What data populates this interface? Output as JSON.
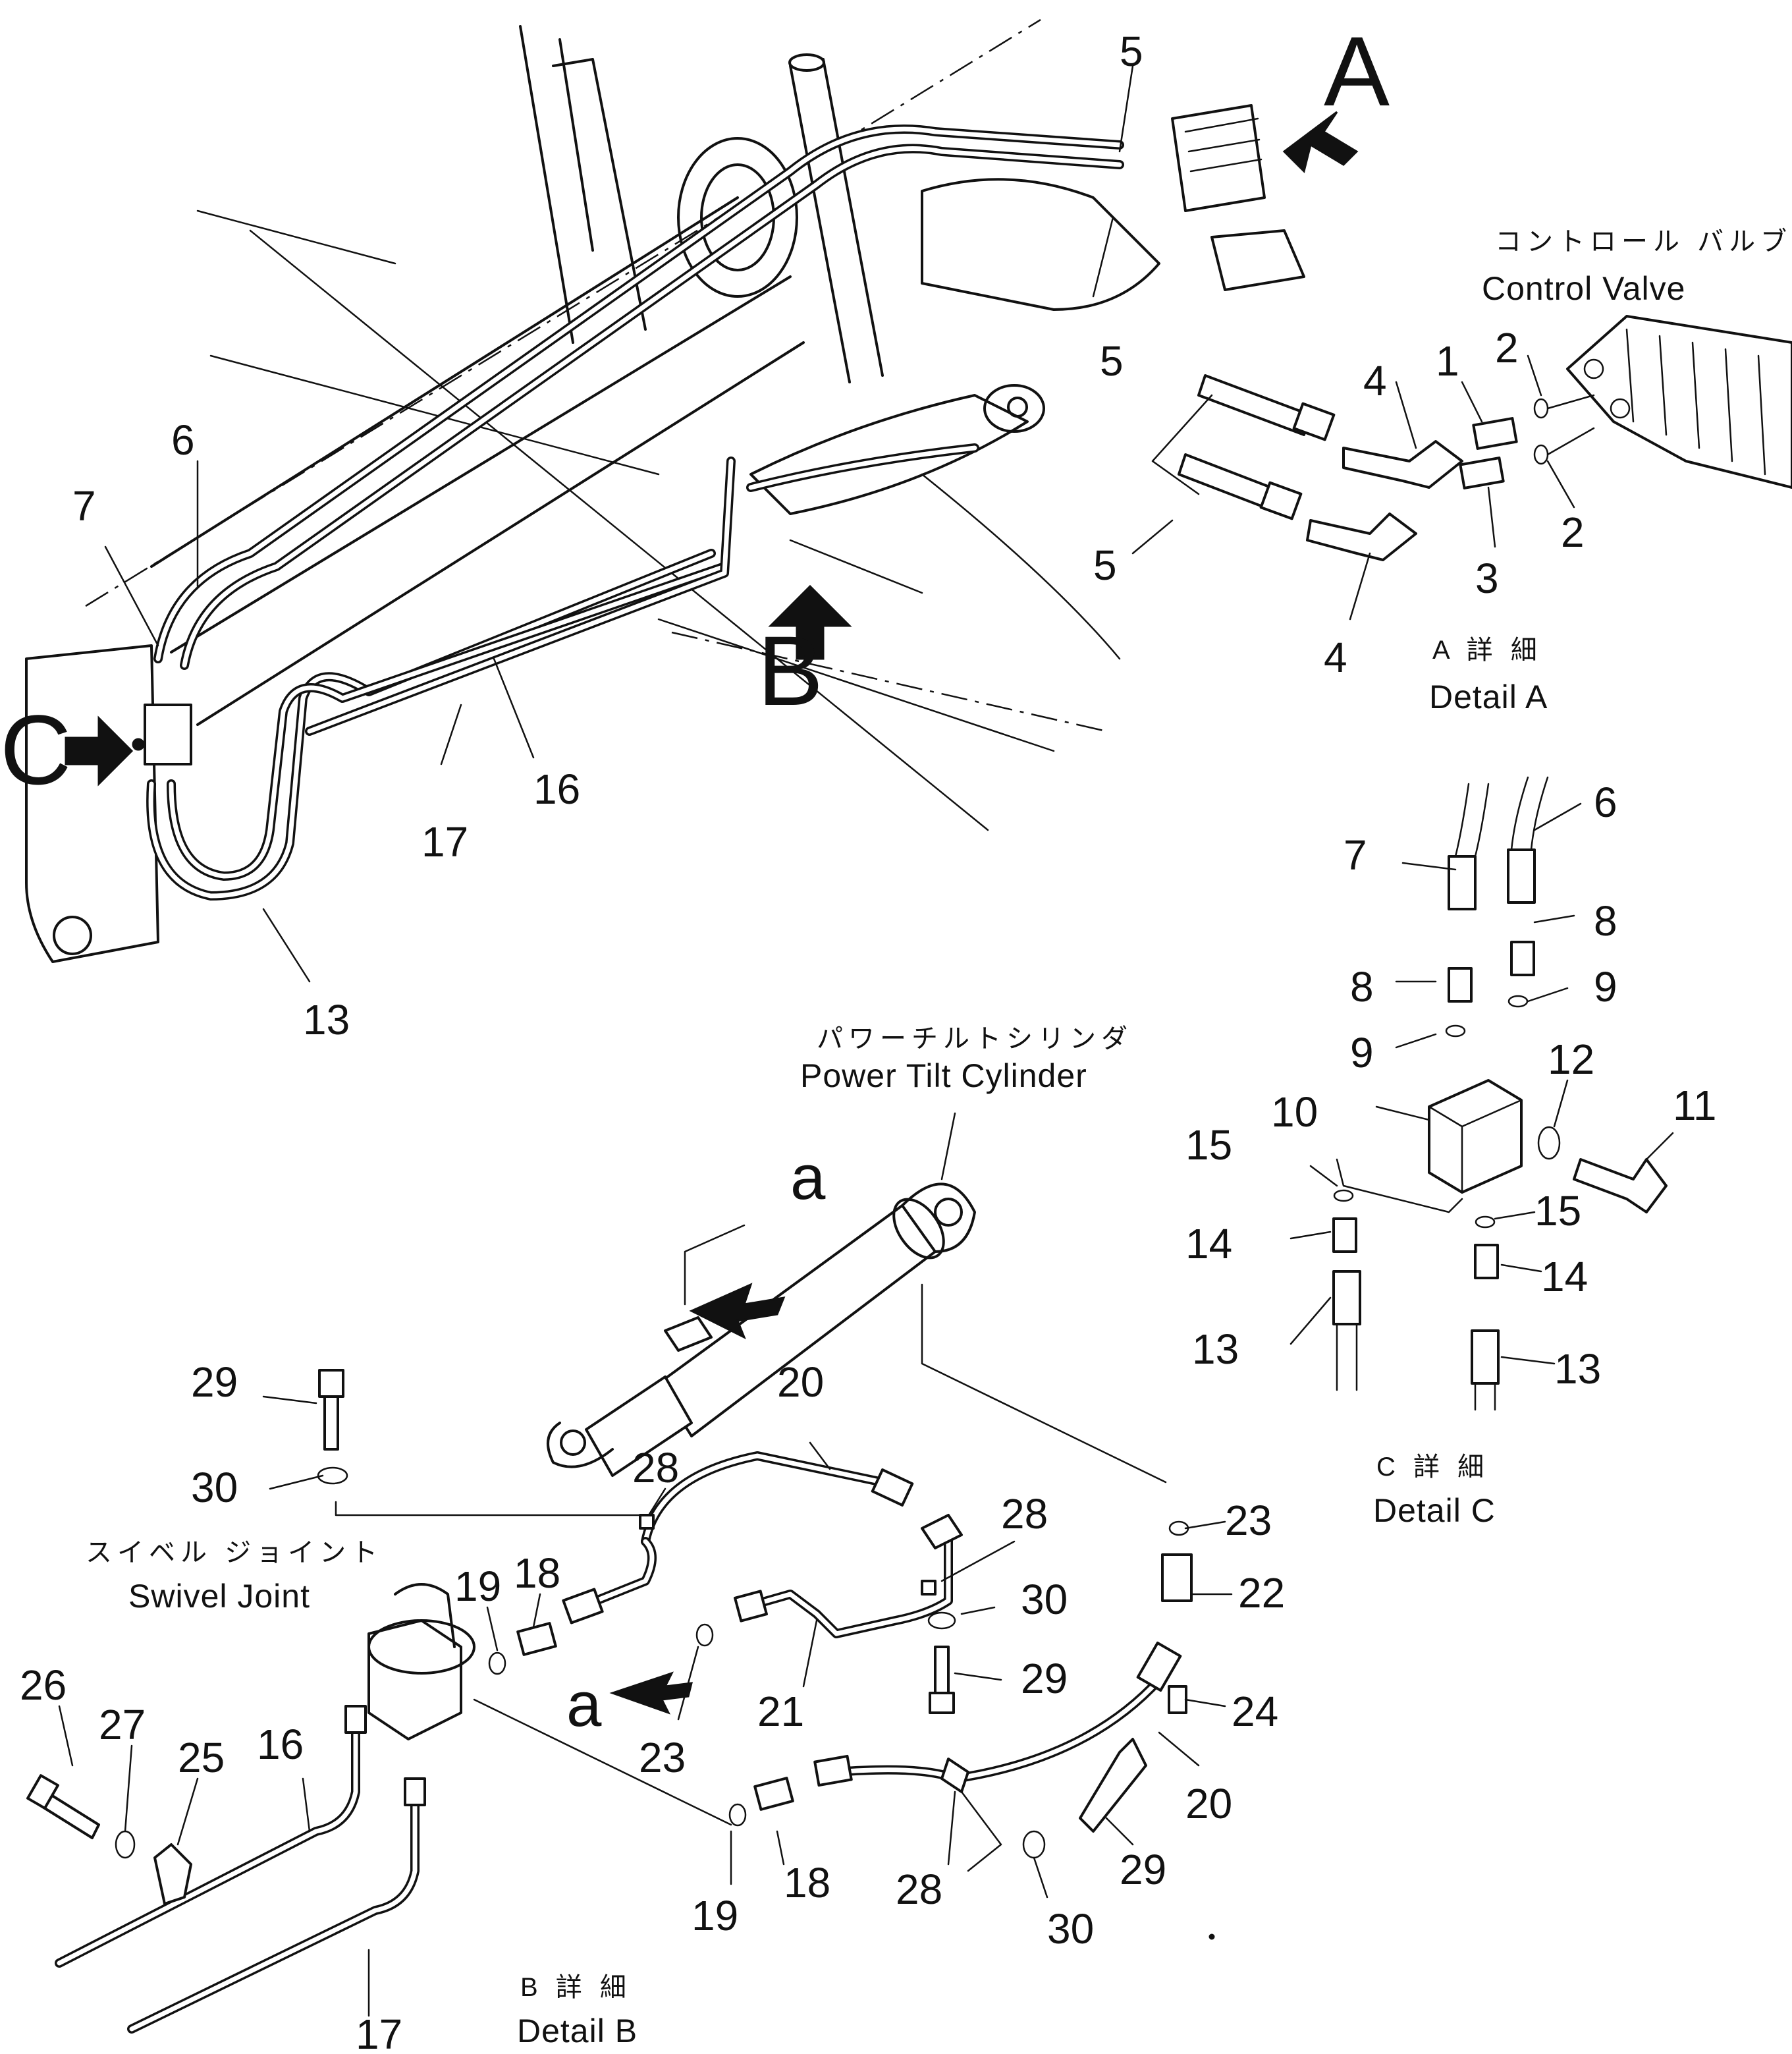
{
  "views": {
    "detail_a": {
      "jp_caption": "コントロール バルブ",
      "en_caption": "Control Valve",
      "detail_jp": "A 詳 細",
      "detail_en": "Detail A"
    },
    "detail_b": {
      "power_tilt_jp": "パワーチルトシリンダ",
      "power_tilt_en": "Power Tilt Cylinder",
      "swivel_jp": "スイベル ジョイント",
      "swivel_en": "Swivel Joint",
      "detail_jp": "B 詳 細",
      "detail_en": "Detail B"
    },
    "detail_c": {
      "detail_jp": "C 詳 細",
      "detail_en": "Detail C"
    }
  },
  "view_letters": {
    "a_arrow": "A",
    "b_arrow": "B",
    "c_arrow": "C",
    "a_lower_1": "a",
    "a_lower_2": "a"
  },
  "callouts": {
    "main_5_top": "5",
    "main_5_mid": "5",
    "main_6": "6",
    "main_7": "7",
    "main_13": "13",
    "main_16": "16",
    "main_17": "17",
    "a_1": "1",
    "a_2_top": "2",
    "a_2_bot": "2",
    "a_3": "3",
    "a_4_top": "4",
    "a_4_bot": "4",
    "a_5": "5",
    "c_6": "6",
    "c_7": "7",
    "c_8_r": "8",
    "c_8_l": "8",
    "c_9_r": "9",
    "c_9_l": "9",
    "c_10": "10",
    "c_11": "11",
    "c_12": "12",
    "c_15_l": "15",
    "c_15_r": "15",
    "c_14_l": "14",
    "c_14_r": "14",
    "c_13_l": "13",
    "c_13_r": "13",
    "b_29_top": "29",
    "b_30_top": "30",
    "b_28_l": "28",
    "b_20_top": "20",
    "b_28_r": "28",
    "b_23_r": "23",
    "b_22": "22",
    "b_18_top": "18",
    "b_19_top": "19",
    "b_30_mid": "30",
    "b_29_mid": "29",
    "b_24": "24",
    "b_21": "21",
    "b_23_l": "23",
    "b_26": "26",
    "b_27": "27",
    "b_25": "25",
    "b_16": "16",
    "b_20_bot": "20",
    "b_18_bot": "18",
    "b_19_bot": "19",
    "b_28_bot": "28",
    "b_29_bot": "29",
    "b_30_bot": "30",
    "b_17": "17"
  }
}
